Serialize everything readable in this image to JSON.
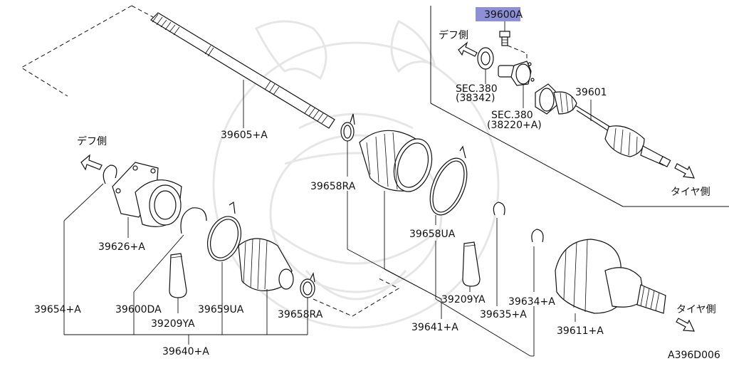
{
  "labels": {
    "p39600a": "39600A",
    "def_right": "デフ側",
    "sec380_a": "SEC.380",
    "p38342": "(38342)",
    "sec380_b": "SEC.380",
    "p38220": "(38220+A)",
    "p39601": "39601",
    "tire_right": "タイヤ側",
    "def_left": "デフ側",
    "p39605": "39605+A",
    "p39658ra_top": "39658RA",
    "p39658ua": "39658UA",
    "p39626": "39626+A",
    "p39654": "39654+A",
    "p39600da": "39600DA",
    "p39209ya_left": "39209YA",
    "p39659ua": "39659UA",
    "p39658ra_bottom": "39658RA",
    "p39640": "39640+A",
    "p39209ya_right": "39209YA",
    "p39635": "39635+A",
    "p39634": "39634+A",
    "p39641": "39641+A",
    "p39611": "39611+A",
    "tire_bottom": "タイヤ側",
    "diagram_code": "A396D006"
  },
  "colors": {
    "highlight": "#8e90d6",
    "line": "#111111",
    "watermark": "#e6e6e6"
  }
}
